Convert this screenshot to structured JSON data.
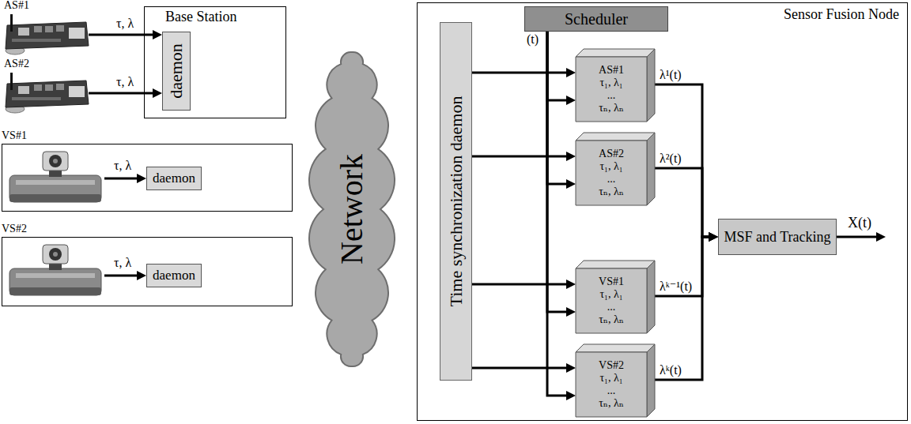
{
  "diagram": {
    "nodes": [
      {
        "text": [
          "AS#1"
        ]
      },
      {
        "text": [
          "AS#2"
        ]
      },
      {
        "text": [
          "Base Station"
        ]
      },
      {
        "text": [
          "daemon"
        ],
        "in": 2
      },
      {
        "text": [
          "VS#1"
        ]
      },
      {
        "text": [
          "daemon"
        ],
        "in": 4
      },
      {
        "text": [
          "VS#2"
        ]
      },
      {
        "text": [
          "daemon"
        ],
        "in": 6
      },
      {
        "text": [
          "Network"
        ]
      },
      {
        "text": [
          "Sensor Fusion Node"
        ]
      },
      {
        "text": [
          "Time synchronization daemon"
        ],
        "in": 9
      },
      {
        "text": [
          "Scheduler"
        ],
        "in": 9
      },
      {
        "text": [
          "AS#1",
          "τ₁, λ₁",
          "...",
          "τₙ, λₙ"
        ],
        "in": 9
      },
      {
        "text": [
          "AS#2",
          "τ₁, λ₁",
          "...",
          "τₙ, λₙ"
        ],
        "in": 9
      },
      {
        "text": [
          "VS#1",
          "τ₁, λ₁",
          "...",
          "τₙ, λₙ"
        ],
        "in": 9
      },
      {
        "text": [
          "VS#2",
          "τ₁, λ₁",
          "...",
          "τₙ, λₙ"
        ],
        "in": 9
      },
      {
        "text": [
          "MSF and Tracking"
        ],
        "in": 9
      }
    ],
    "edges": [
      {
        "from": 0,
        "to": 3,
        "label": "τ, λ",
        "arrow": "to"
      },
      {
        "from": 1,
        "to": 3,
        "label": "τ, λ",
        "arrow": "to"
      },
      {
        "from": 10,
        "to": 12,
        "arrow": "to"
      },
      {
        "from": 10,
        "to": 13,
        "arrow": "to"
      },
      {
        "from": 10,
        "to": 14,
        "arrow": "to"
      },
      {
        "from": 10,
        "to": 15,
        "arrow": "to"
      },
      {
        "from": 11,
        "to": 12,
        "arrow": "to"
      },
      {
        "from": 11,
        "to": 13,
        "arrow": "to"
      },
      {
        "from": 11,
        "to": 14,
        "arrow": "to"
      },
      {
        "from": 11,
        "to": 15,
        "arrow": "to"
      },
      {
        "from": 12,
        "to": 16,
        "label": "λ¹(t)",
        "arrow": "to"
      },
      {
        "from": 13,
        "to": 16,
        "label": "λ²(t)",
        "arrow": "to"
      },
      {
        "from": 14,
        "to": 16,
        "label": "λᵏ⁻¹(t)",
        "arrow": "to"
      },
      {
        "from": 15,
        "to": 16,
        "label": "λᵏ(t)",
        "arrow": "to"
      }
    ],
    "labels": [
      "τ, λ",
      "τ, λ",
      "(t)",
      "X(t)"
    ]
  }
}
